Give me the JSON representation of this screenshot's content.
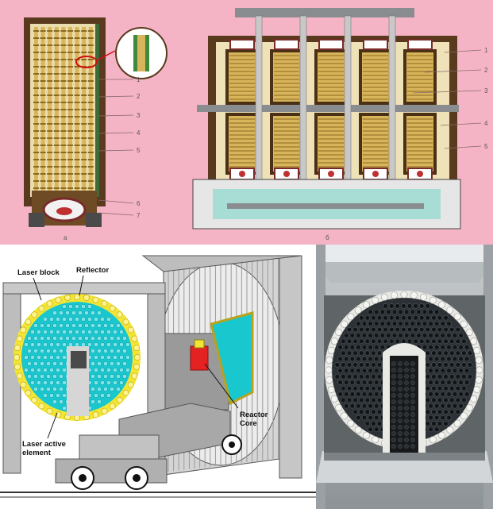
{
  "top_left": {
    "callouts": [
      "1",
      "2",
      "3",
      "4",
      "5",
      "6",
      "7"
    ],
    "caption": "а"
  },
  "top_right": {
    "callouts": [
      "1",
      "2",
      "3",
      "4",
      "5"
    ],
    "caption": "б"
  },
  "bottom_left": {
    "labels": {
      "laser_block": "Laser block",
      "reflector": "Reflector",
      "laser_active_element_line1": "Laser active",
      "laser_active_element_line2": "element",
      "reactor_core_line1": "Reactor",
      "reactor_core_line2": "Core"
    }
  },
  "colors": {
    "top_bg": "#f4b4c6",
    "frame_dark": "#5a3a1e",
    "element_gold": "#d8b45a",
    "laser_cyan": "#19c7cf",
    "reflector_yellow": "#f2e632",
    "reactor_red": "#e52222",
    "photo_dark": "#2c3135"
  }
}
